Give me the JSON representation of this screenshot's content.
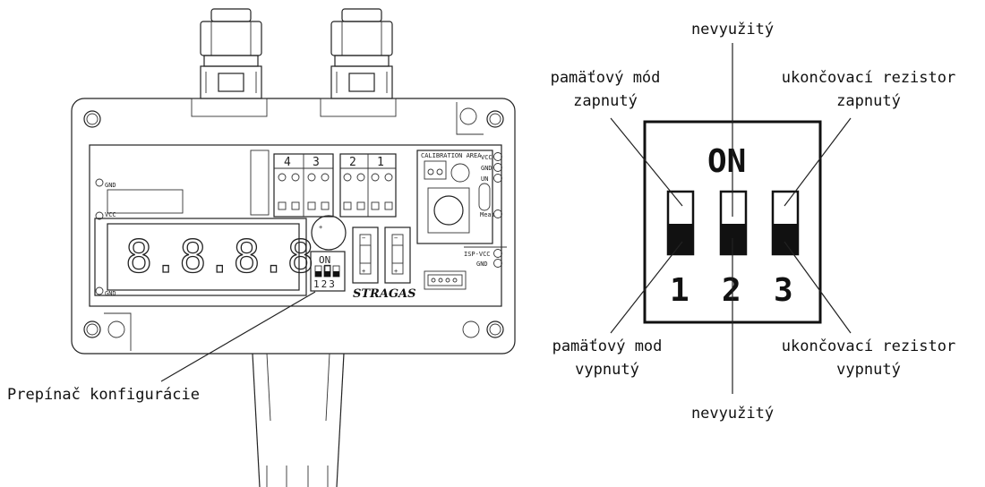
{
  "device": {
    "terminals": [
      "4",
      "3",
      "2",
      "1"
    ],
    "display_digits": "8.8.8.8.",
    "calibration_label": "CALIBRATION AREA",
    "pins": [
      "VCC",
      "GND",
      "UN",
      "Meas"
    ],
    "isp_pins": [
      "ISP-VCC",
      "GND"
    ],
    "left_labels": [
      "GND",
      "VCC",
      "GND"
    ],
    "brand": "STRAGAS",
    "small_switch_on": "ON",
    "small_switch_numbers": "123",
    "button_minus": "−",
    "button_plus": "+"
  },
  "labels": {
    "config_switch": "Prepínač konfigurácie",
    "unused_top": "nevyužitý",
    "unused_bottom": "nevyužitý",
    "memory_on_line1": "pamäťový mód",
    "memory_on_line2": "zapnutý",
    "memory_off_line1": "pamäťový mod",
    "memory_off_line2": "vypnutý",
    "resistor_on_line1": "ukončovací rezistor",
    "resistor_on_line2": "zapnutý",
    "resistor_off_line1": "ukončovací rezistor",
    "resistor_off_line2": "vypnutý"
  },
  "switch_detail": {
    "on_label": "ON",
    "numbers": [
      "1",
      "2",
      "3"
    ]
  }
}
